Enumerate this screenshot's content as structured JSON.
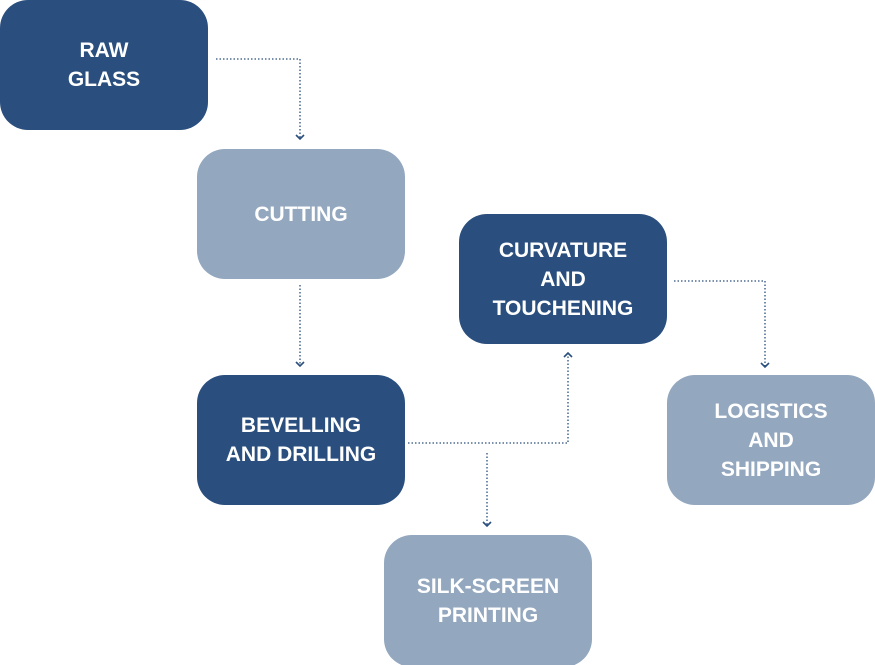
{
  "colors": {
    "dark": "#2a4f7e",
    "light": "#93a7bf",
    "connector": "#2a4f7e"
  },
  "nodes": [
    {
      "id": "raw-glass",
      "label": "RAW\nGLASS",
      "shade": "dark"
    },
    {
      "id": "cutting",
      "label": "CUTTING",
      "shade": "light"
    },
    {
      "id": "curvature",
      "label": "CURVATURE\nAND\nTOUCHENING",
      "shade": "dark"
    },
    {
      "id": "bevelling",
      "label": "BEVELLING\nAND DRILLING",
      "shade": "dark"
    },
    {
      "id": "logistics",
      "label": "LOGISTICS\nAND\nSHIPPING",
      "shade": "light"
    },
    {
      "id": "silk-screen",
      "label": "SILK-SCREEN\nPRINTING",
      "shade": "light"
    }
  ],
  "edges": [
    {
      "from": "raw-glass",
      "to": "cutting"
    },
    {
      "from": "cutting",
      "to": "bevelling"
    },
    {
      "from": "bevelling",
      "to": "curvature"
    },
    {
      "from": "bevelling",
      "to": "silk-screen"
    },
    {
      "from": "curvature",
      "to": "logistics"
    }
  ]
}
